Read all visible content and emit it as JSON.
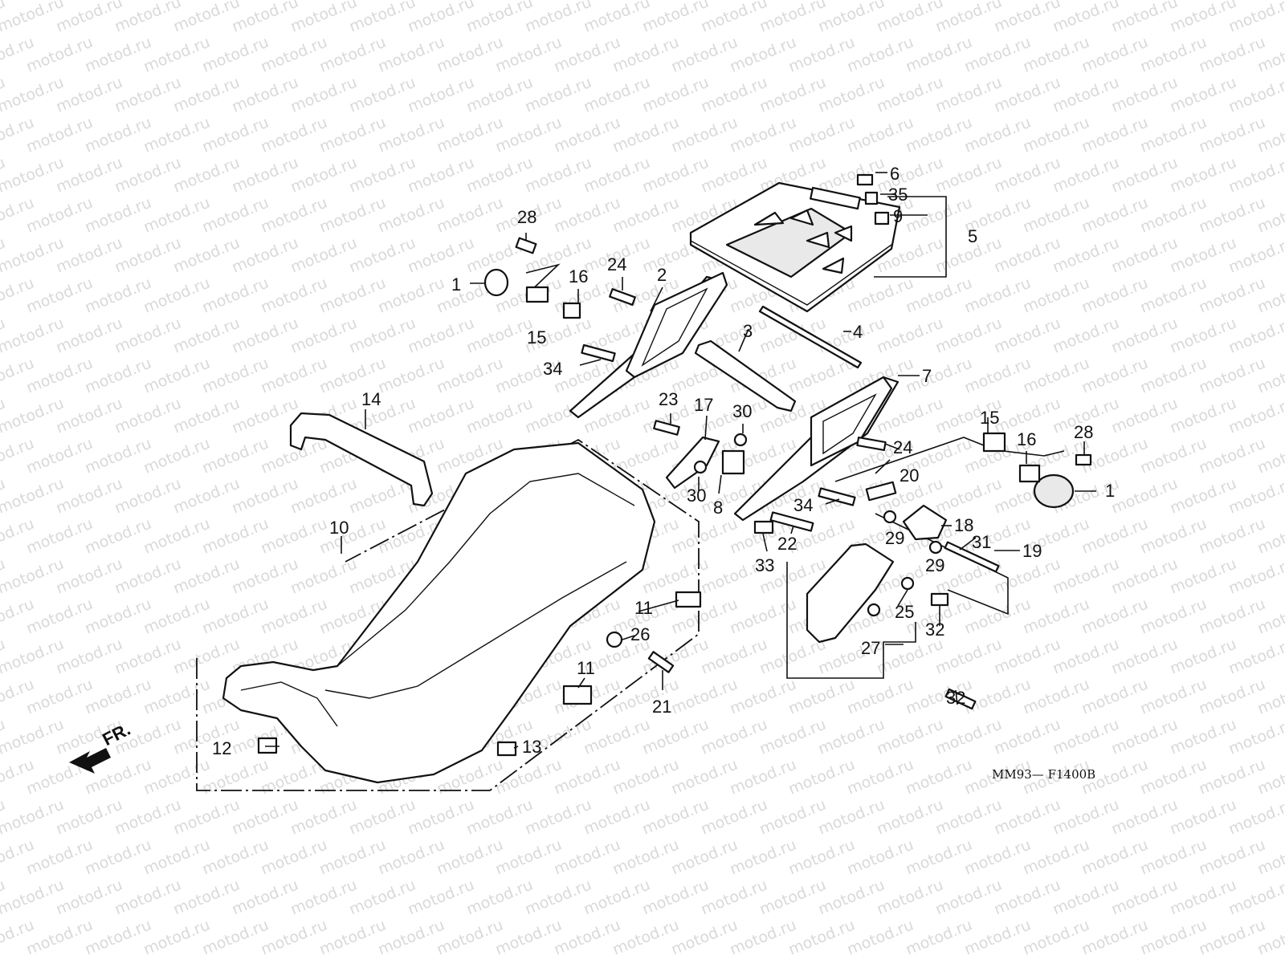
{
  "diagram": {
    "watermark_text": "motod.ru",
    "drawing_code": "MM93— F1400B",
    "front_label": "FR.",
    "callouts": [
      {
        "id": "c1a",
        "label": "1"
      },
      {
        "id": "c1b",
        "label": "1"
      },
      {
        "id": "c2",
        "label": "2"
      },
      {
        "id": "c3",
        "label": "3"
      },
      {
        "id": "c4",
        "label": "4"
      },
      {
        "id": "c5",
        "label": "5"
      },
      {
        "id": "c6",
        "label": "6"
      },
      {
        "id": "c7",
        "label": "7"
      },
      {
        "id": "c8",
        "label": "8"
      },
      {
        "id": "c9",
        "label": "9"
      },
      {
        "id": "c10",
        "label": "10"
      },
      {
        "id": "c11a",
        "label": "11"
      },
      {
        "id": "c11b",
        "label": "11"
      },
      {
        "id": "c12",
        "label": "12"
      },
      {
        "id": "c13",
        "label": "13"
      },
      {
        "id": "c14",
        "label": "14"
      },
      {
        "id": "c15a",
        "label": "15"
      },
      {
        "id": "c15b",
        "label": "15"
      },
      {
        "id": "c16a",
        "label": "16"
      },
      {
        "id": "c16b",
        "label": "16"
      },
      {
        "id": "c17",
        "label": "17"
      },
      {
        "id": "c18",
        "label": "18"
      },
      {
        "id": "c19",
        "label": "19"
      },
      {
        "id": "c20",
        "label": "20"
      },
      {
        "id": "c21",
        "label": "21"
      },
      {
        "id": "c22",
        "label": "22"
      },
      {
        "id": "c23",
        "label": "23"
      },
      {
        "id": "c24a",
        "label": "24"
      },
      {
        "id": "c24b",
        "label": "24"
      },
      {
        "id": "c25",
        "label": "25"
      },
      {
        "id": "c26",
        "label": "26"
      },
      {
        "id": "c27",
        "label": "27"
      },
      {
        "id": "c28a",
        "label": "28"
      },
      {
        "id": "c28b",
        "label": "28"
      },
      {
        "id": "c29a",
        "label": "29"
      },
      {
        "id": "c29b",
        "label": "29"
      },
      {
        "id": "c30a",
        "label": "30"
      },
      {
        "id": "c30b",
        "label": "30"
      },
      {
        "id": "c31",
        "label": "31"
      },
      {
        "id": "c32a",
        "label": "32"
      },
      {
        "id": "c32b",
        "label": "32"
      },
      {
        "id": "c33",
        "label": "33"
      },
      {
        "id": "c34a",
        "label": "34"
      },
      {
        "id": "c34b",
        "label": "34"
      },
      {
        "id": "c35",
        "label": "35"
      }
    ]
  }
}
